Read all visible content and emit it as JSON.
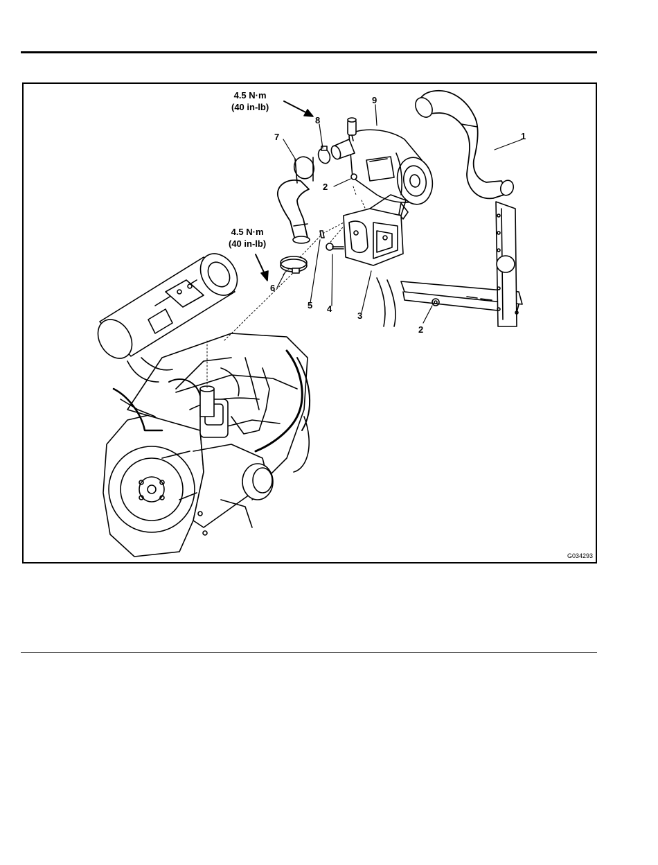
{
  "figure": {
    "id": "G034293",
    "torque_callouts": [
      {
        "value": "4.5 N·m",
        "alt": "(40 in-lb)"
      },
      {
        "value": "4.5 N·m",
        "alt": "(40 in-lb)"
      }
    ],
    "callouts": [
      "1",
      "2",
      "2",
      "3",
      "4",
      "5",
      "6",
      "7",
      "8",
      "9"
    ]
  }
}
